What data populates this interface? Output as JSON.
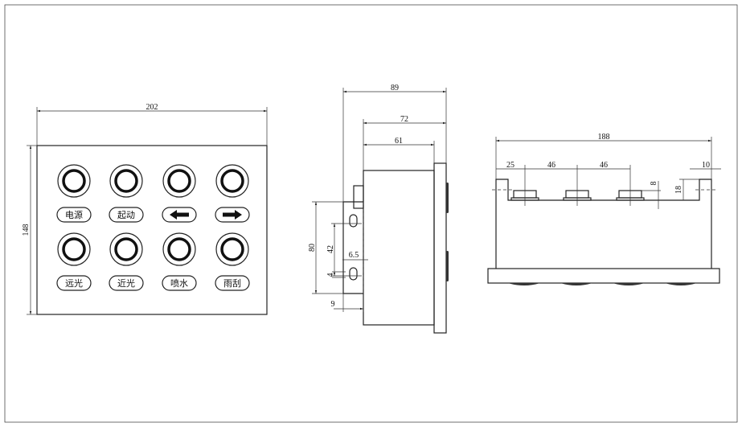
{
  "front_view": {
    "width_dim": "202",
    "height_dim": "148",
    "button_labels": [
      "电源",
      "起动",
      "←",
      "→",
      "远光",
      "近光",
      "喷水",
      "雨刮"
    ],
    "arrow_icons": [
      "arrow-left-icon",
      "arrow-right-icon"
    ]
  },
  "side_view": {
    "dims": {
      "overall": "89",
      "body_plus_plate": "72",
      "body": "61",
      "bracket_height": "80",
      "slot_spacing": "42",
      "slot_width": "6.5",
      "slot_height": "4",
      "bracket_depth": "9"
    }
  },
  "top_view": {
    "dims": {
      "overall": "188",
      "first_offset": "25",
      "pitch_1": "46",
      "pitch_2": "46",
      "tab_width": "10",
      "switch_height": "8",
      "tab_height": "18"
    }
  }
}
